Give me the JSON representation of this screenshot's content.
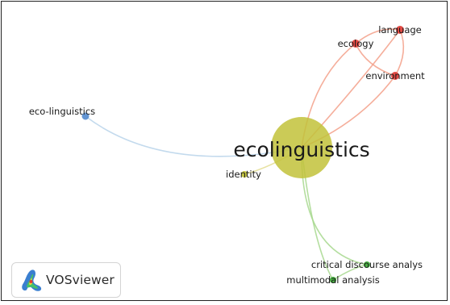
{
  "app": {
    "logo_text": "VOSviewer"
  },
  "colors": {
    "cluster_olive": "#c2c23a",
    "cluster_red": "#e0403a",
    "cluster_blue": "#5b8fd1",
    "cluster_green": "#3fae3a",
    "link_red": "#f3a08a",
    "link_blue": "#b9d3ea",
    "link_green": "#a7d88e",
    "link_olive": "#e3dd90"
  },
  "network": {
    "nodes": [
      {
        "id": "ecolinguistics",
        "label": "ecolinguistics",
        "cluster": "olive",
        "weight": "largest"
      },
      {
        "id": "identity",
        "label": "identity",
        "cluster": "olive"
      },
      {
        "id": "language",
        "label": "language",
        "cluster": "red"
      },
      {
        "id": "ecology",
        "label": "ecology",
        "cluster": "red"
      },
      {
        "id": "environment",
        "label": "environment",
        "cluster": "red"
      },
      {
        "id": "eco-linguistics",
        "label": "eco-linguistics",
        "cluster": "blue"
      },
      {
        "id": "critical-discourse",
        "label": "critical discourse analys",
        "cluster": "green"
      },
      {
        "id": "multimodal",
        "label": "multimodal analysis",
        "cluster": "green"
      }
    ],
    "links": [
      [
        "ecolinguistics",
        "ecology"
      ],
      [
        "ecolinguistics",
        "language"
      ],
      [
        "ecolinguistics",
        "environment"
      ],
      [
        "ecology",
        "language"
      ],
      [
        "ecology",
        "environment"
      ],
      [
        "language",
        "environment"
      ],
      [
        "ecolinguistics",
        "eco-linguistics"
      ],
      [
        "ecolinguistics",
        "identity"
      ],
      [
        "ecolinguistics",
        "critical-discourse"
      ],
      [
        "ecolinguistics",
        "multimodal"
      ],
      [
        "critical-discourse",
        "multimodal"
      ]
    ]
  }
}
